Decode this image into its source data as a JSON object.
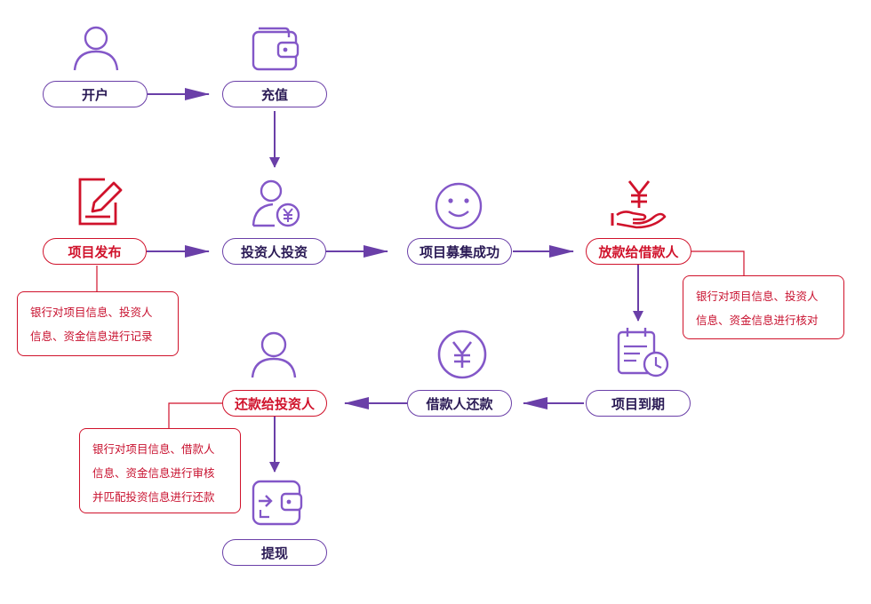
{
  "nodes": {
    "open_account": "开户",
    "recharge": "充值",
    "publish": "项目发布",
    "invest": "投资人投资",
    "raise_success": "项目募集成功",
    "lend": "放款给借款人",
    "due": "项目到期",
    "borrower_repay": "借款人还款",
    "repay_investor": "还款给投资人",
    "withdraw": "提现"
  },
  "notes": {
    "publish": [
      "银行对项目信息、投资人",
      "信息、资金信息进行记录"
    ],
    "lend": [
      "银行对项目信息、投资人",
      "信息、资金信息进行核对"
    ],
    "repay": [
      "银行对项目信息、借款人",
      "信息、资金信息进行审核",
      "并匹配投资信息进行还款"
    ]
  },
  "colors": {
    "purple": "#6a3fa8",
    "icon_purple": "#8357c8",
    "red": "#d0122b",
    "text_dark": "#2a1a55"
  },
  "icons": [
    "user-icon",
    "wallet-icon",
    "edit-document-icon",
    "investor-yuan-icon",
    "smile-icon",
    "hand-yuan-icon",
    "calendar-clock-icon",
    "yuan-circle-icon",
    "user-icon",
    "wallet-withdraw-icon"
  ]
}
